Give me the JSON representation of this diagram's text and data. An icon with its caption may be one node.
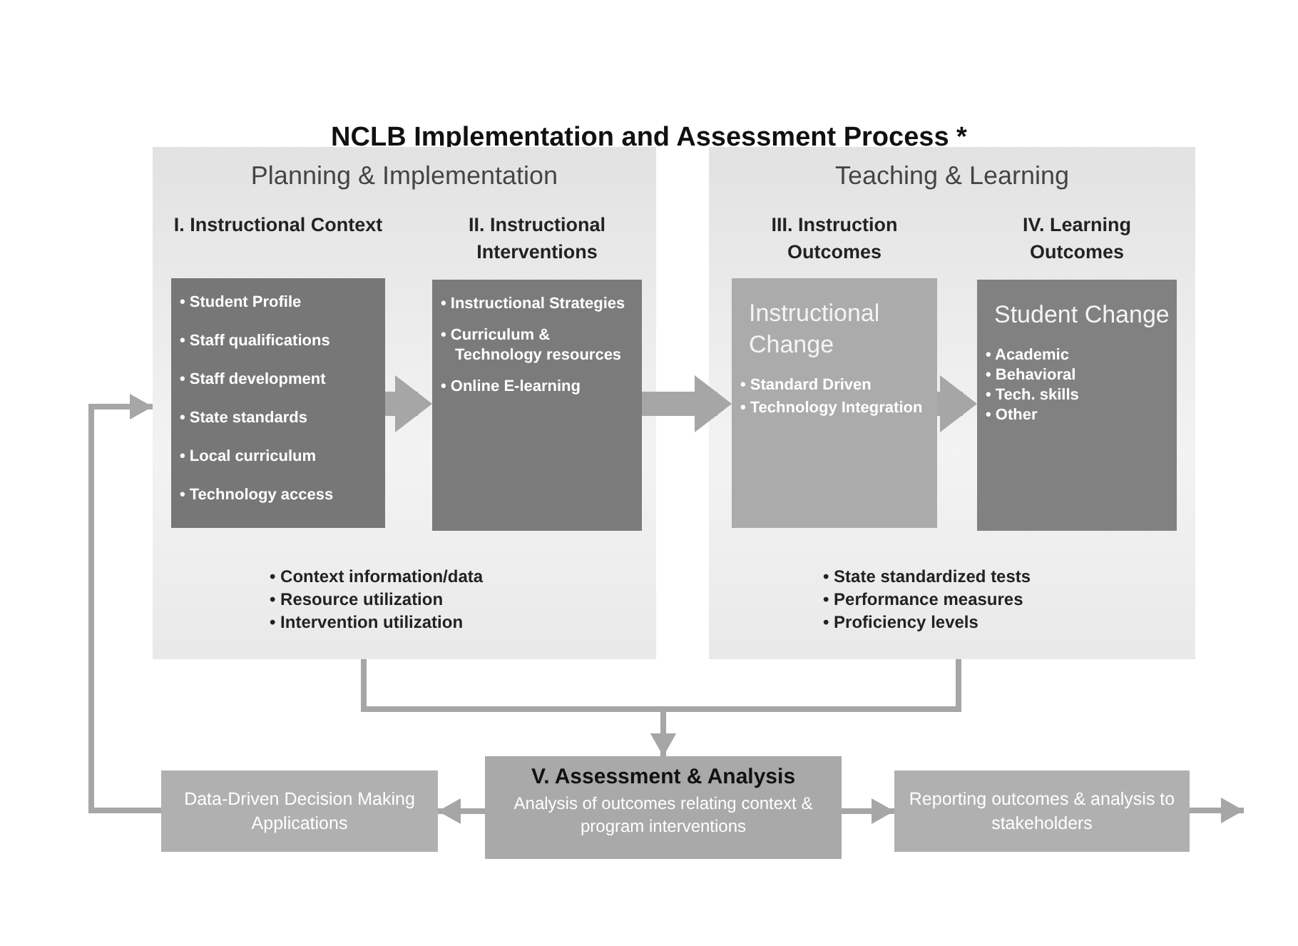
{
  "diagram": {
    "title": "NCLB Implementation and Assessment Process *",
    "nodes": [
      {
        "text": [
          "Planning & Implementation",
          "• Context information/data",
          "• Resource utilization",
          "• Intervention utilization"
        ]
      },
      {
        "text": [
          "I. Instructional Context",
          "• Student Profile",
          "• Staff qualifications",
          "• Staff development",
          "• State standards",
          "• Local curriculum",
          "• Technology access"
        ],
        "in": 0
      },
      {
        "text": [
          "II. Instructional Interventions",
          "• Instructional Strategies",
          "• Curriculum & Technology resources",
          "• Online E-learning"
        ],
        "in": 0
      },
      {
        "text": [
          "Teaching & Learning",
          "• State standardized tests",
          "• Performance measures",
          "• Proficiency levels"
        ]
      },
      {
        "text": [
          "III. Instruction Outcomes",
          "Instructional Change",
          "• Standard Driven",
          "• Technology Integration"
        ],
        "in": 3
      },
      {
        "text": [
          "IV. Learning Outcomes",
          "Student Change",
          "• Academic",
          "• Behavioral",
          "• Tech. skills",
          "• Other"
        ],
        "in": 3
      },
      {
        "text": [
          "V. Assessment & Analysis",
          "Analysis of outcomes relating context & program interventions"
        ]
      },
      {
        "text": [
          "Data-Driven Decision Making Applications"
        ]
      },
      {
        "text": [
          "Reporting outcomes & analysis to stakeholders"
        ]
      }
    ],
    "edges": [
      {
        "from": 1,
        "to": 2,
        "arrow": "to",
        "style": "thick"
      },
      {
        "from": 2,
        "to": 4,
        "arrow": "to",
        "style": "thick"
      },
      {
        "from": 4,
        "to": 5,
        "arrow": "to",
        "style": "thick"
      },
      {
        "from": 0,
        "to": 6,
        "arrow": "to"
      },
      {
        "from": 3,
        "to": 6,
        "arrow": "to"
      },
      {
        "from": 6,
        "to": 7,
        "arrow": "to"
      },
      {
        "from": 6,
        "to": 8,
        "arrow": "to"
      },
      {
        "from": 8,
        "to": null,
        "arrow": "to"
      },
      {
        "from": 7,
        "to": 0,
        "arrow": "to"
      }
    ]
  }
}
